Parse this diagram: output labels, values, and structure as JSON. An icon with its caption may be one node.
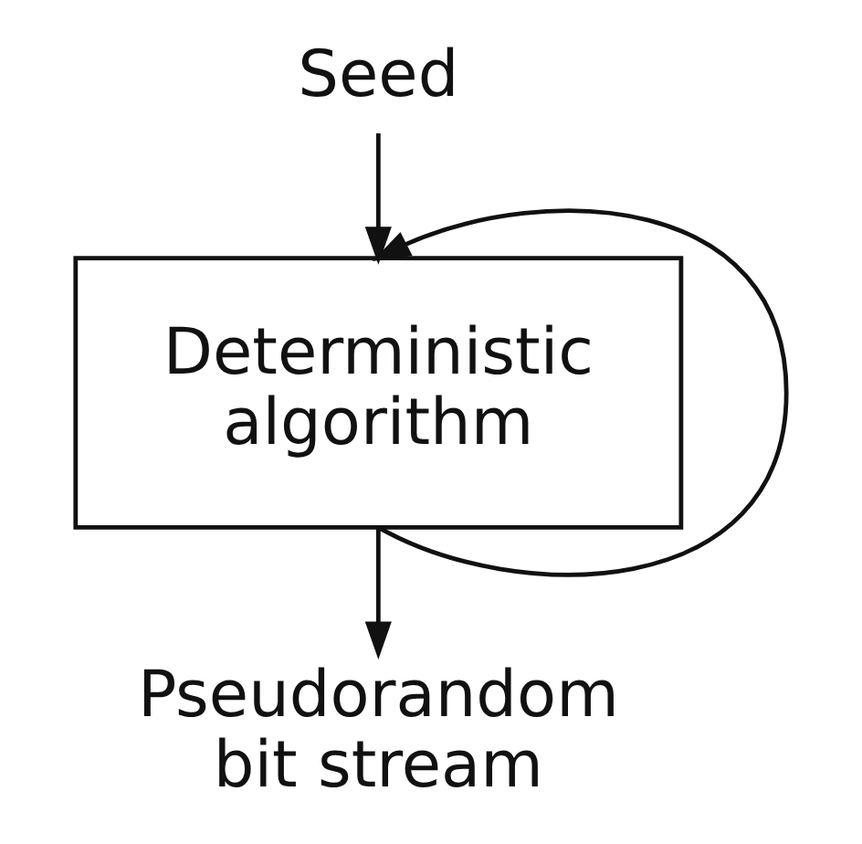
{
  "diagram": {
    "nodes": [
      {
        "text": [
          "Seed"
        ]
      },
      {
        "text": [
          "Deterministic algorithm"
        ]
      },
      {
        "text": [
          "Pseudorandom bit stream"
        ]
      }
    ],
    "edges": [
      {
        "from": 0,
        "to": 1,
        "arrow": "to"
      },
      {
        "from": 1,
        "to": 1,
        "arrow": "to"
      },
      {
        "from": 1,
        "to": 2,
        "arrow": "to"
      }
    ]
  }
}
